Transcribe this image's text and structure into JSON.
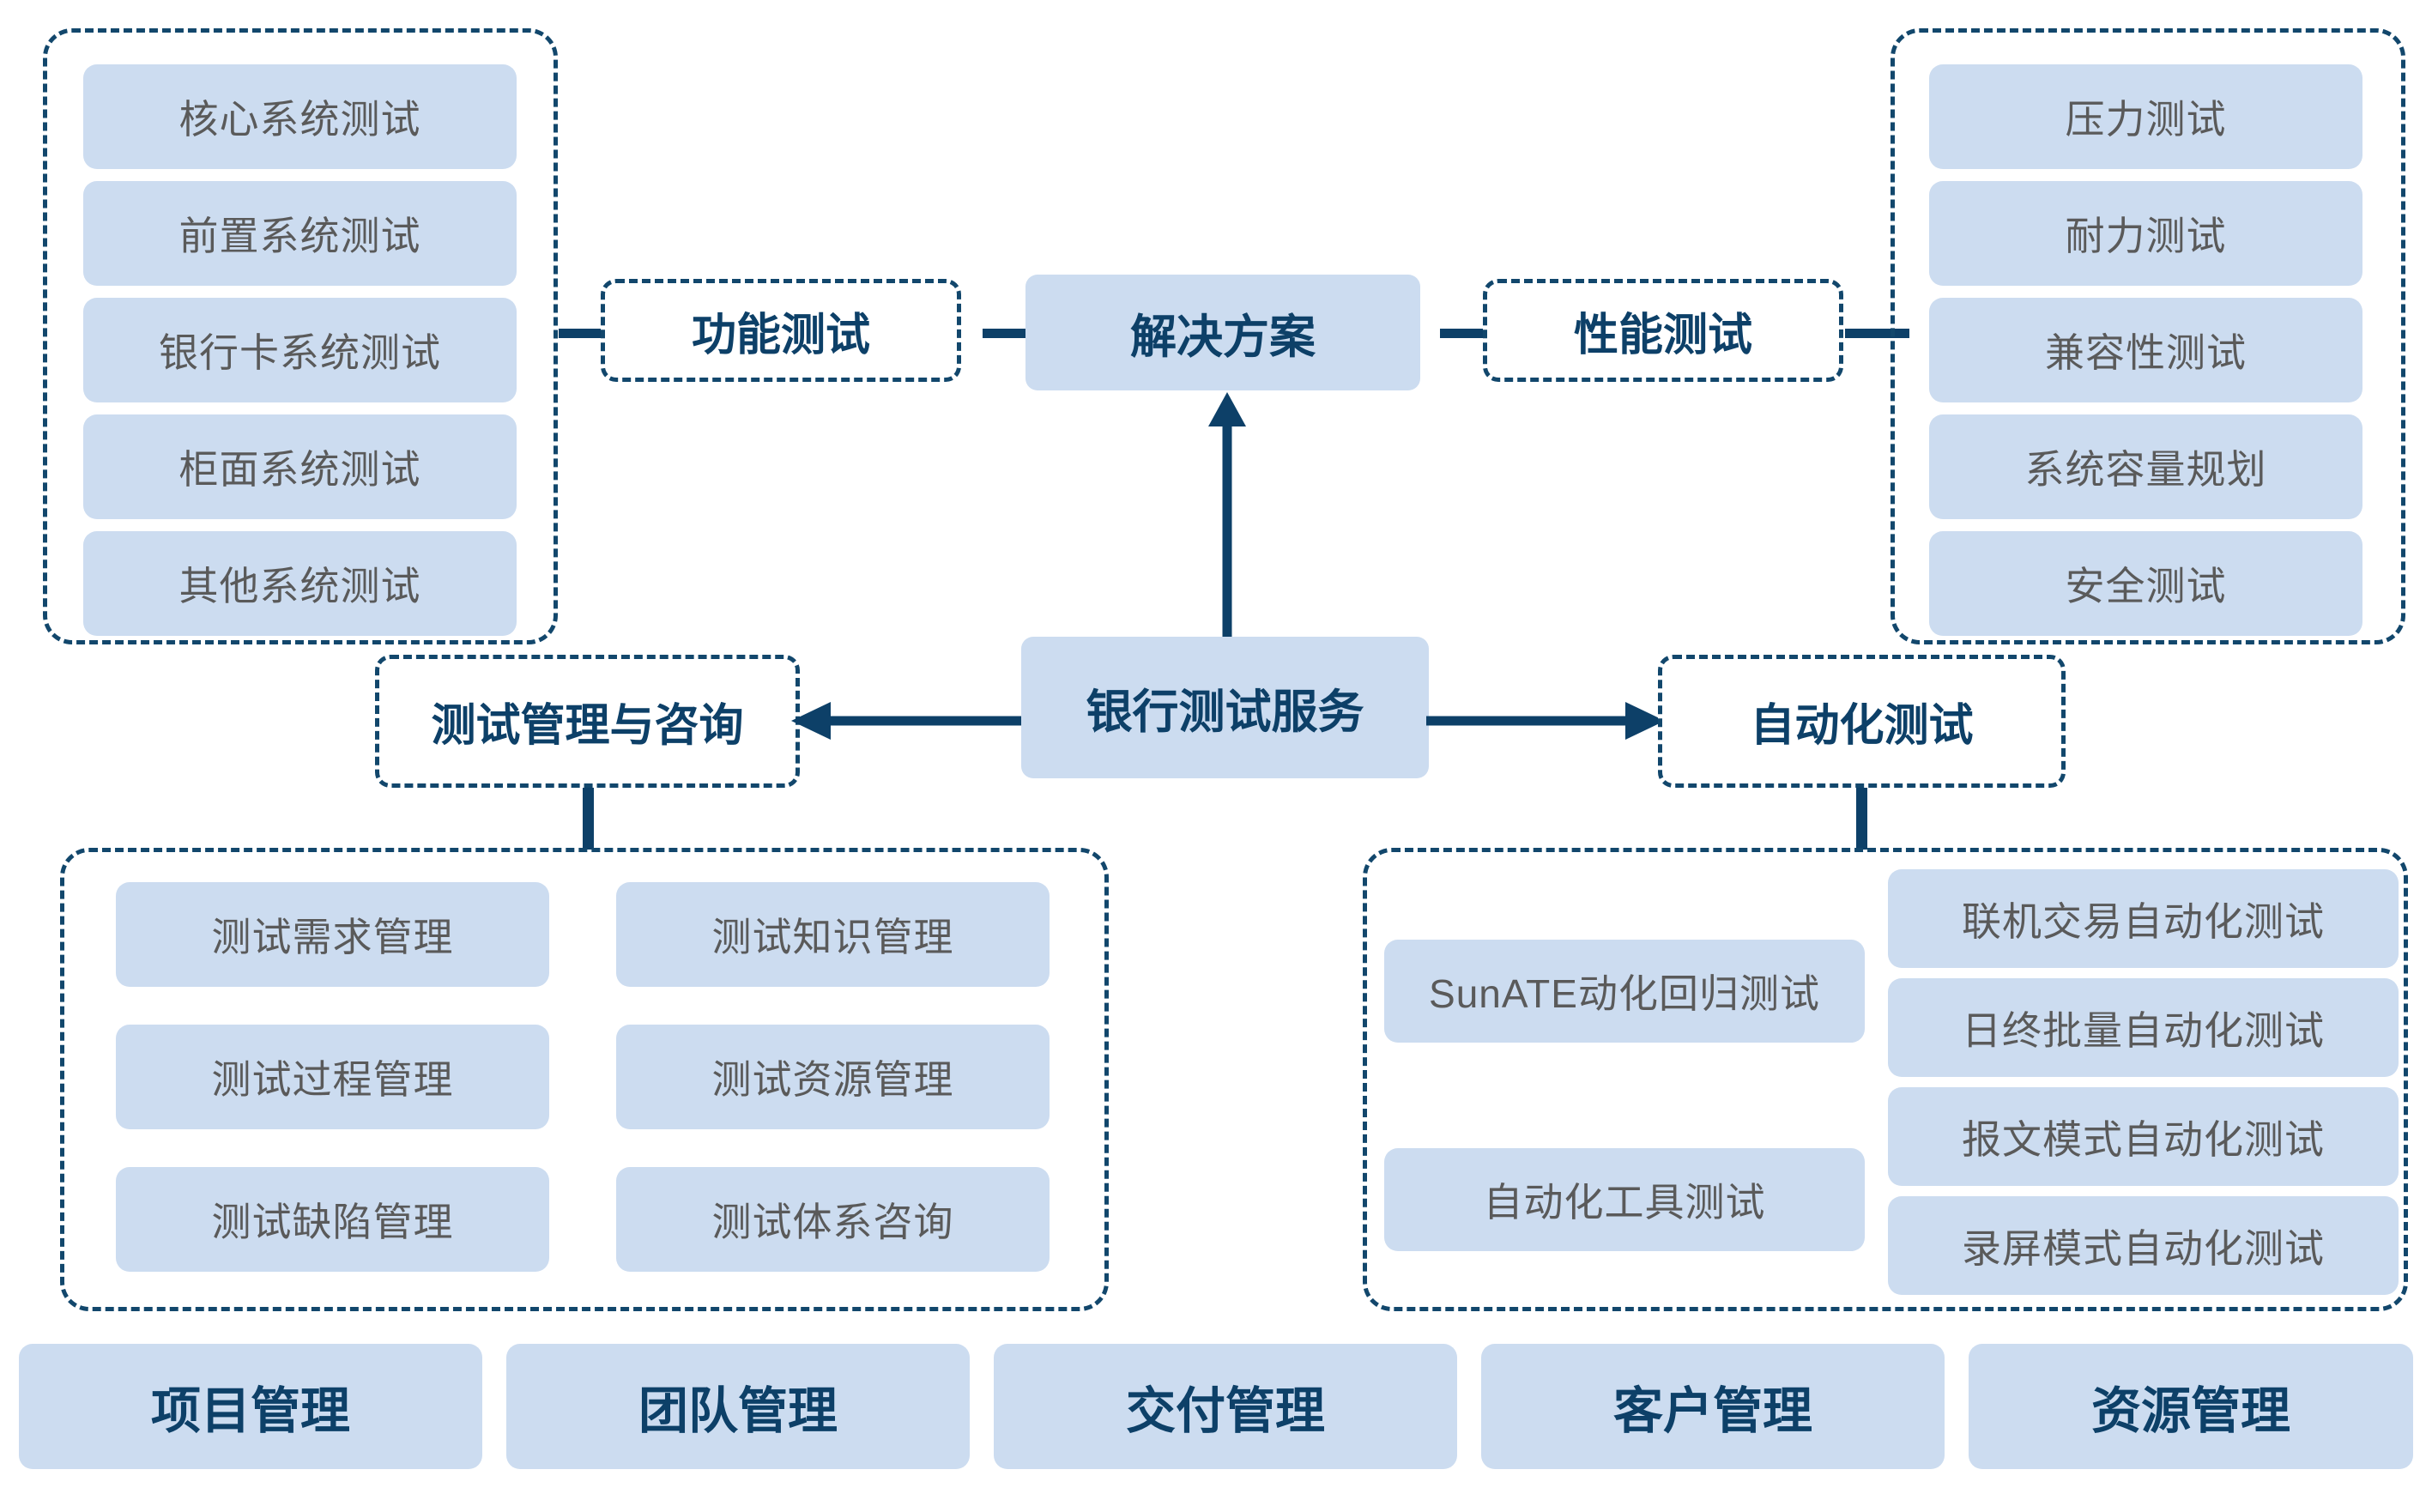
{
  "diagram": {
    "title": "银行测试服务解决方案",
    "colors": {
      "chip_fill": "#ccdcf0",
      "navy": "#0d4068",
      "gray_text": "#5a5a5a",
      "dash_border": "#12476c"
    },
    "center_node": "银行测试服务",
    "solution_node": "解决方案",
    "branches": {
      "functional": "功能测试",
      "performance": "性能测试",
      "management": "测试管理与咨询",
      "automation": "自动化测试"
    },
    "functional_items": [
      "核心系统测试",
      "前置系统测试",
      "银行卡系统测试",
      "柜面系统测试",
      "其他系统测试"
    ],
    "performance_items": [
      "压力测试",
      "耐力测试",
      "兼容性测试",
      "系统容量规划",
      "安全测试"
    ],
    "management_items_left": [
      "测试需求管理",
      "测试过程管理",
      "测试缺陷管理"
    ],
    "management_items_right": [
      "测试知识管理",
      "测试资源管理",
      "测试体系咨询"
    ],
    "automation_items_left": [
      "SunATE动化回归测试",
      "自动化工具测试"
    ],
    "automation_items_right": [
      "联机交易自动化测试",
      "日终批量自动化测试",
      "报文模式自动化测试",
      "录屏模式自动化测试"
    ],
    "bottom_bar": [
      "项目管理",
      "团队管理",
      "交付管理",
      "客户管理",
      "资源管理"
    ]
  }
}
